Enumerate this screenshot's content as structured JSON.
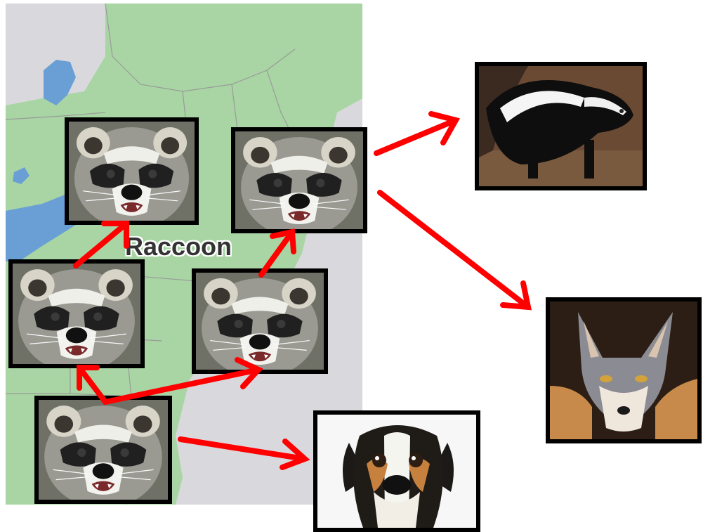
{
  "map": {
    "region_label": "Raccoon",
    "colors": {
      "land": "#d9d9dd",
      "range": "#a8d5a3",
      "water": "#6a9fd6",
      "border": "#9a9a9a"
    }
  },
  "photos": {
    "raccoons": [
      {
        "name": "raccoon-photo-top-left",
        "subject": "raccoon"
      },
      {
        "name": "raccoon-photo-top-right",
        "subject": "raccoon"
      },
      {
        "name": "raccoon-photo-middle-left",
        "subject": "raccoon"
      },
      {
        "name": "raccoon-photo-middle-right",
        "subject": "raccoon"
      },
      {
        "name": "raccoon-photo-bottom",
        "subject": "raccoon"
      }
    ],
    "other": [
      {
        "name": "skunk-photo",
        "subject": "skunk"
      },
      {
        "name": "fox-photo",
        "subject": "fox"
      },
      {
        "name": "dog-photo",
        "subject": "dog"
      }
    ]
  },
  "arrow_color": "#ff0000"
}
